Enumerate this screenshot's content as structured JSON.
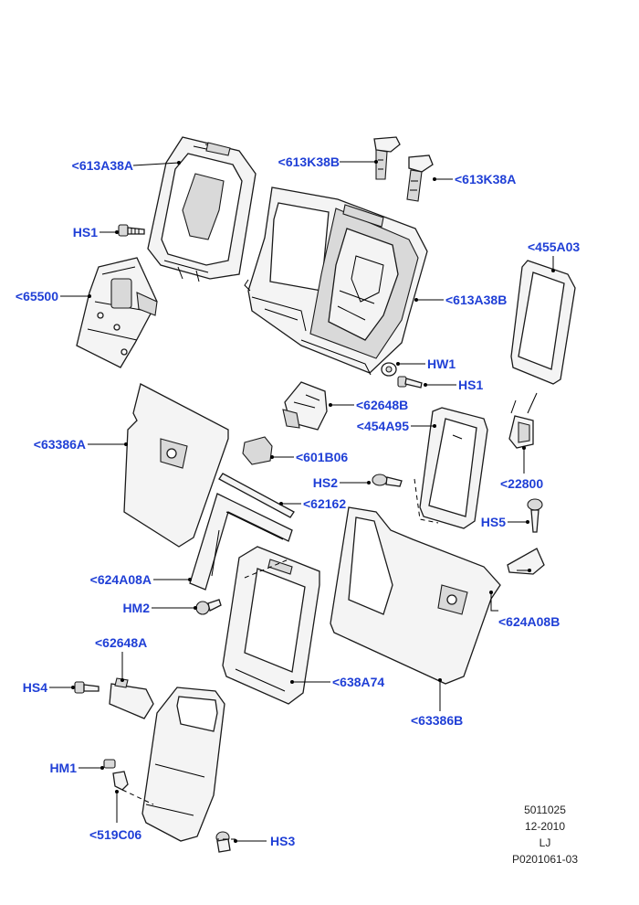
{
  "callouts": {
    "c613A38A_left": "<613A38A",
    "c613K38B": "<613K38B",
    "c613K38A": "<613K38A",
    "cHS1_a": "HS1",
    "c455A03": "<455A03",
    "c65500": "<65500",
    "c613A38B": "<613A38B",
    "cHW1": "HW1",
    "cHS1_b": "HS1",
    "c62648B": "<62648B",
    "c454A95": "<454A95",
    "c63386A": "<63386A",
    "c601B06": "<601B06",
    "cHS2": "HS2",
    "c22800": "<22800",
    "c62162": "<62162",
    "cHS5": "HS5",
    "c624A08A": "<624A08A",
    "cHM2": "HM2",
    "c624A08B": "<624A08B",
    "c62648A": "<62648A",
    "cHS4": "HS4",
    "c638A74": "<638A74",
    "c63386B": "<63386B",
    "cHM1": "HM1",
    "c519C06": "<519C06",
    "cHS3": "HS3"
  },
  "metadata": {
    "line1": "5011025",
    "line2": "12-2010",
    "line3": "LJ",
    "line4": "P0201061-03"
  },
  "colors": {
    "callout": "#1f3fd6",
    "line": "#000000"
  }
}
